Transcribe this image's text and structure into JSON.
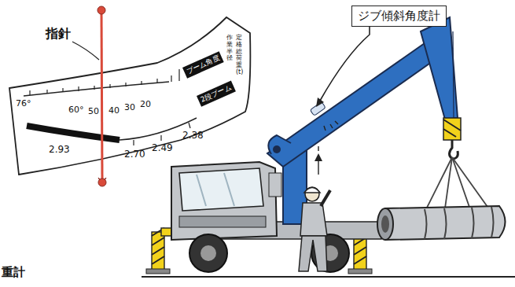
{
  "diagram": {
    "nodes": [
      {
        "text": [
          "ジブ傾斜角度計"
        ]
      },
      {
        "text": [
          "ブーム角度"
        ]
      },
      {
        "text": [
          "2段ブーム"
        ]
      }
    ],
    "labels": [
      "指針",
      "76°",
      "60°",
      "50",
      "40",
      "30",
      "20",
      "2.93",
      "2.70",
      "2.49",
      "2.38",
      "定格総荷重(t)",
      "作業半径",
      "重計"
    ]
  }
}
